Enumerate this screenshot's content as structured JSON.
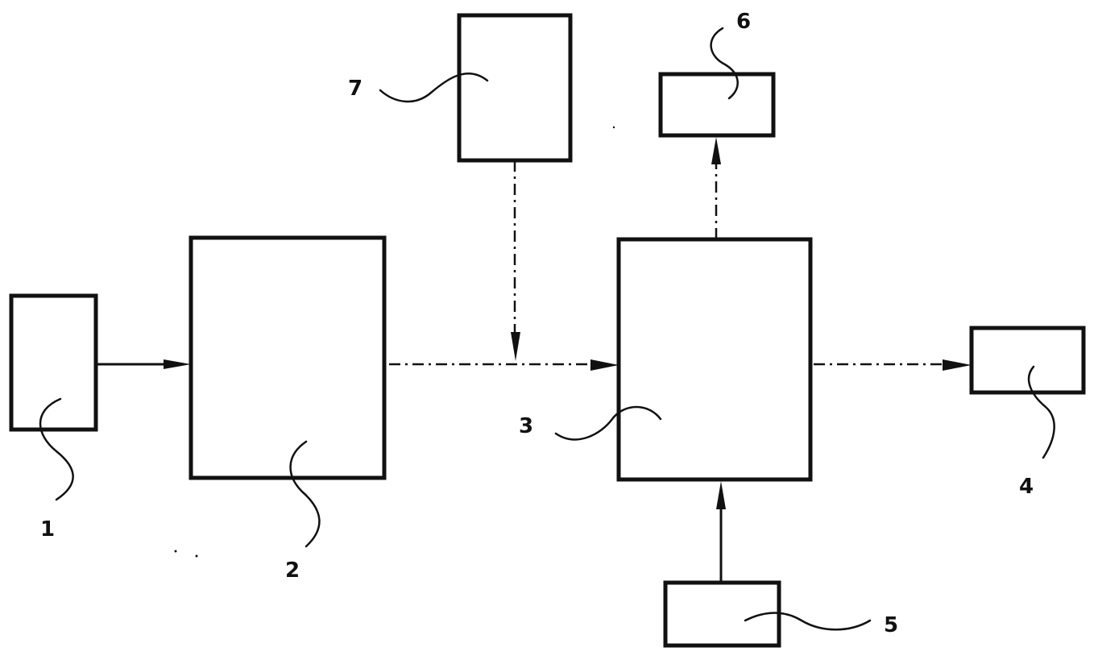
{
  "diagram": {
    "labels": {
      "box1": "1",
      "box2": "2",
      "box3": "3",
      "box4": "4",
      "box5": "5",
      "box6": "6",
      "box7": "7"
    },
    "connections": [
      {
        "from": "1",
        "to": "2",
        "style": "solid"
      },
      {
        "from": "2",
        "to": "3",
        "style": "dash-dot"
      },
      {
        "from": "7",
        "to": "line-2-3",
        "style": "dash-dot"
      },
      {
        "from": "3",
        "to": "6",
        "style": "dash-dot"
      },
      {
        "from": "3",
        "to": "4",
        "style": "dash-dot"
      },
      {
        "from": "5",
        "to": "3",
        "style": "solid"
      }
    ]
  }
}
